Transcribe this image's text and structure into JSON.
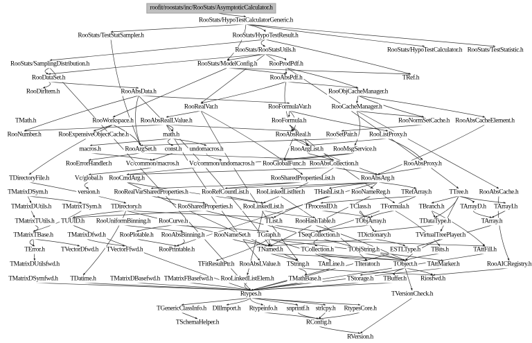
{
  "root": "roofit/roostats/inc/RooStats/AsymptoticCalculator.h",
  "nodes": [
    "roofit/roostats/inc/RooStats/AsymptoticCalculator.h",
    "RooStats/HypoTestCalculatorGeneric.h",
    "RooStats/TestStatSampler.h",
    "RooStats/HypoTestResult.h",
    "RooStats/RooStatsUtils.h",
    "RooStats/HypoTestCalculator.h",
    "RooStats/TestStatistic.h",
    "RooStats/SamplingDistribution.h",
    "RooStats/ModelConfig.h",
    "RooProdPdf.h",
    "RooDataSet.h",
    "RooAbsPdf.h",
    "TRef.h",
    "RooDirItem.h",
    "RooAbsData.h",
    "RooObjCacheManager.h",
    "RooRealVar.h",
    "RooFormulaVar.h",
    "RooCacheManager.h",
    "TMath.h",
    "RooWorkspace.h",
    "RooAbsRealLValue.h",
    "RooFormula.h",
    "RooNormSetCache.h",
    "RooAbsCacheElement.h",
    "RooNumber.h",
    "RooExpensiveObjectCache.h",
    "math.h",
    "RooAbsReal.h",
    "RooSetPair.h",
    "RooListProxy.h",
    "macros.h",
    "RooArgSet.h",
    "const.h",
    "undomacros.h",
    "RooArgList.h",
    "RooMsgService.h",
    "RooErrorHandler.h",
    "Vc/common/macros.h",
    "Vc/common/undomacros.h",
    "RooGlobalFunc.h",
    "RooAbsCollection.h",
    "RooAbsProxy.h",
    "TDirectoryFile.h",
    "Vc/global.h",
    "RooCmdArg.h",
    "RooSharedPropertiesList.h",
    "RooAbsArg.h",
    "TMatrixDSym.h",
    "version.h",
    "RooRealVarSharedProperties.h",
    "RooRefCountList.h",
    "RooLinkedListIter.h",
    "THashList.h",
    "RooNameReg.h",
    "TRefArray.h",
    "TTree.h",
    "RooAbsCache.h",
    "TMatrixDUtils.h",
    "TMatrixTSym.h",
    "TDirectory.h",
    "RooSharedProperties.h",
    "RooLinkedList.h",
    "TProcessID.h",
    "TClass.h",
    "TFormula.h",
    "TBranch.h",
    "TArrayD.h",
    "TArrayI.h",
    "TMatrixTUtils.h",
    "TUUID.h",
    "RooUniformBinning.h",
    "RooCurve.h",
    "TList.h",
    "RooHashTable.h",
    "TObjArray.h",
    "TDataType.h",
    "TArray.h",
    "TMatrixTBase.h",
    "TMatrixDfwd.h",
    "RooPlotable.h",
    "RooAbsBinning.h",
    "RooNameSet.h",
    "TGraph.h",
    "TSeqCollection.h",
    "TDictionary.h",
    "TVirtualTreePlayer.h",
    "TError.h",
    "TVectorDfwd.h",
    "TVectorFfwd.h",
    "RooPrintable.h",
    "TNamed.h",
    "TCollection.h",
    "TObjString.h",
    "ESTLType.h",
    "TBits.h",
    "TAttFill.h",
    "TMatrixDUtilsfwd.h",
    "TFitResultPtr.h",
    "RooAbsLValue.h",
    "TString.h",
    "TAttLine.h",
    "TIterator.h",
    "TObject.h",
    "TAttMarker.h",
    "RooAICRegistry.h",
    "TMatrixDSymfwd.h",
    "TDatime.h",
    "TMatrixDBasefwd.h",
    "TMatrixFBasefwd.h",
    "RooLinkedListElem.h",
    "TMathBase.h",
    "TStorage.h",
    "TBuffer.h",
    "Riosfwd.h",
    "Rtypes.h",
    "TVersionCheck.h",
    "TGenericClassInfo.h",
    "DllImport.h",
    "Rtypeinfo.h",
    "snprintf.h",
    "strlcpy.h",
    "RtypesCore.h",
    "TSchemaHelper.h",
    "RConfig.h",
    "RVersion.h"
  ],
  "edges": [
    [
      "roofit/roostats/inc/RooStats/AsymptoticCalculator.h",
      "RooStats/HypoTestCalculatorGeneric.h"
    ],
    [
      "RooStats/HypoTestCalculatorGeneric.h",
      "RooStats/TestStatSampler.h"
    ],
    [
      "RooStats/HypoTestCalculatorGeneric.h",
      "RooStats/HypoTestResult.h"
    ],
    [
      "RooStats/HypoTestCalculatorGeneric.h",
      "RooStats/HypoTestCalculator.h"
    ],
    [
      "RooStats/HypoTestCalculatorGeneric.h",
      "RooStats/TestStatistic.h"
    ],
    [
      "RooStats/HypoTestCalculatorGeneric.h",
      "RooStats/ModelConfig.h"
    ],
    [
      "RooStats/HypoTestResult.h",
      "RooStats/RooStatsUtils.h"
    ],
    [
      "RooStats/HypoTestResult.h",
      "RooStats/SamplingDistribution.h"
    ],
    [
      "RooStats/HypoTestResult.h",
      "TRef.h"
    ],
    [
      "RooStats/TestStatSampler.h",
      "RooArgSet.h"
    ],
    [
      "RooStats/RooStatsUtils.h",
      "RooStats/ModelConfig.h"
    ],
    [
      "RooStats/RooStatsUtils.h",
      "RooProdPdf.h"
    ],
    [
      "RooStats/RooStatsUtils.h",
      "RooDataSet.h"
    ],
    [
      "RooStats/RooStatsUtils.h",
      "RooRealVar.h"
    ],
    [
      "RooStats/RooStatsUtils.h",
      "TTree.h"
    ],
    [
      "RooStats/SamplingDistribution.h",
      "RooDataSet.h"
    ],
    [
      "RooStats/SamplingDistribution.h",
      "Rtypes.h"
    ],
    [
      "RooDataSet.h",
      "RooDirItem.h"
    ],
    [
      "RooDataSet.h",
      "RooAbsData.h"
    ],
    [
      "RooStats/ModelConfig.h",
      "RooWorkspace.h"
    ],
    [
      "RooStats/ModelConfig.h",
      "RooAbsPdf.h"
    ],
    [
      "RooStats/ModelConfig.h",
      "TRef.h"
    ],
    [
      "RooProdPdf.h",
      "RooAbsPdf.h"
    ],
    [
      "RooProdPdf.h",
      "RooObjCacheManager.h"
    ],
    [
      "RooAbsPdf.h",
      "RooAbsReal.h"
    ],
    [
      "RooAbsPdf.h",
      "RooObjCacheManager.h"
    ],
    [
      "RooAbsPdf.h",
      "RooRealVar.h"
    ],
    [
      "RooAbsData.h",
      "RooArgSet.h"
    ],
    [
      "RooAbsData.h",
      "RooFormulaVar.h"
    ],
    [
      "RooAbsData.h",
      "TNamed.h"
    ],
    [
      "RooAbsData.h",
      "RooNumber.h"
    ],
    [
      "RooObjCacheManager.h",
      "RooCacheManager.h"
    ],
    [
      "RooObjCacheManager.h",
      "RooAbsCacheElement.h"
    ],
    [
      "RooObjCacheManager.h",
      "RooNormSetCache.h"
    ],
    [
      "RooRealVar.h",
      "RooAbsRealLValue.h"
    ],
    [
      "RooRealVar.h",
      "RooSharedPropertiesList.h"
    ],
    [
      "RooRealVar.h",
      "TString.h"
    ],
    [
      "RooFormulaVar.h",
      "RooFormula.h"
    ],
    [
      "RooFormulaVar.h",
      "RooAbsReal.h"
    ],
    [
      "RooFormulaVar.h",
      "RooListProxy.h"
    ],
    [
      "RooCacheManager.h",
      "RooAbsCache.h"
    ],
    [
      "RooCacheManager.h",
      "RooMsgService.h"
    ],
    [
      "RooCacheManager.h",
      "RooNormSetCache.h"
    ],
    [
      "RooWorkspace.h",
      "RooExpensiveObjectCache.h"
    ],
    [
      "RooWorkspace.h",
      "RooArgSet.h"
    ],
    [
      "RooWorkspace.h",
      "TDirectoryFile.h"
    ],
    [
      "RooAbsRealLValue.h",
      "RooAbsReal.h"
    ],
    [
      "RooAbsRealLValue.h",
      "math.h"
    ],
    [
      "RooAbsRealLValue.h",
      "RooAbsLValue.h"
    ],
    [
      "RooAbsRealLValue.h",
      "RooNumber.h"
    ],
    [
      "RooFormula.h",
      "RooArgList.h"
    ],
    [
      "RooFormula.h",
      "TFormula.h"
    ],
    [
      "RooNormSetCache.h",
      "RooSetPair.h"
    ],
    [
      "RooAbsCacheElement.h",
      "RooAbsArg.h"
    ],
    [
      "RooAbsReal.h",
      "RooAbsArg.h"
    ],
    [
      "RooAbsReal.h",
      "RooGlobalFunc.h"
    ],
    [
      "RooAbsReal.h",
      "RooArgList.h"
    ],
    [
      "RooSetPair.h",
      "RooArgSet.h"
    ],
    [
      "RooListProxy.h",
      "RooArgList.h"
    ],
    [
      "RooListProxy.h",
      "RooAbsProxy.h"
    ],
    [
      "math.h",
      "const.h"
    ],
    [
      "math.h",
      "macros.h"
    ],
    [
      "math.h",
      "undomacros.h"
    ],
    [
      "RooArgSet.h",
      "RooAbsCollection.h"
    ],
    [
      "RooArgSet.h",
      "RooErrorHandler.h"
    ],
    [
      "macros.h",
      "Vc/common/macros.h"
    ],
    [
      "undomacros.h",
      "Vc/common/undomacros.h"
    ],
    [
      "const.h",
      "Vc/common/macros.h"
    ],
    [
      "Vc/common/macros.h",
      "Vc/global.h"
    ],
    [
      "Vc/global.h",
      "version.h"
    ],
    [
      "RooArgList.h",
      "RooAbsCollection.h"
    ],
    [
      "RooMsgService.h",
      "RooGlobalFunc.h"
    ],
    [
      "RooMsgService.h",
      "RooCmdArg.h"
    ],
    [
      "RooAbsCollection.h",
      "RooAbsArg.h"
    ],
    [
      "RooAbsCollection.h",
      "RooLinkedList.h"
    ],
    [
      "RooAbsCollection.h",
      "RooCmdArg.h"
    ],
    [
      "RooAbsProxy.h",
      "RooAbsArg.h"
    ],
    [
      "TDirectoryFile.h",
      "TDirectory.h"
    ],
    [
      "RooCmdArg.h",
      "RooLinkedList.h"
    ],
    [
      "RooCmdArg.h",
      "TString.h"
    ],
    [
      "RooSharedPropertiesList.h",
      "RooRealVarSharedProperties.h"
    ],
    [
      "RooSharedPropertiesList.h",
      "RooRefCountList.h"
    ],
    [
      "RooAbsArg.h",
      "RooNameReg.h"
    ],
    [
      "RooAbsArg.h",
      "TRefArray.h"
    ],
    [
      "RooAbsArg.h",
      "THashList.h"
    ],
    [
      "RooAbsArg.h",
      "RooLinkedListIter.h"
    ],
    [
      "RooAbsArg.h",
      "RooRefCountList.h"
    ],
    [
      "RooAbsArg.h",
      "RooPrintable.h"
    ],
    [
      "TMatrixDSym.h",
      "TMatrixDUtils.h"
    ],
    [
      "TMatrixDSym.h",
      "TMatrixTSym.h"
    ],
    [
      "RooRealVarSharedProperties.h",
      "RooSharedProperties.h"
    ],
    [
      "RooRefCountList.h",
      "RooLinkedList.h"
    ],
    [
      "RooLinkedListIter.h",
      "TIterator.h"
    ],
    [
      "THashList.h",
      "TList.h"
    ],
    [
      "RooNameReg.h",
      "TNamed.h"
    ],
    [
      "TRefArray.h",
      "TSeqCollection.h"
    ],
    [
      "TRefArray.h",
      "TProcessID.h"
    ],
    [
      "TTree.h",
      "TBranch.h"
    ],
    [
      "TTree.h",
      "TArrayD.h"
    ],
    [
      "TTree.h",
      "TArrayI.h"
    ],
    [
      "TTree.h",
      "TVirtualTreePlayer.h"
    ],
    [
      "TTree.h",
      "TDataType.h"
    ],
    [
      "RooAbsCache.h",
      "RooAICRegistry.h"
    ],
    [
      "TMatrixDUtils.h",
      "TMatrixTUtils.h"
    ],
    [
      "TMatrixTSym.h",
      "TMatrixTBase.h"
    ],
    [
      "TDirectory.h",
      "TUUID.h"
    ],
    [
      "TDirectory.h",
      "TNamed.h"
    ],
    [
      "TDirectory.h",
      "TDatime.h"
    ],
    [
      "TDirectory.h",
      "TList.h"
    ],
    [
      "RooSharedProperties.h",
      "TUUID.h"
    ],
    [
      "RooSharedProperties.h",
      "TObject.h"
    ],
    [
      "RooLinkedList.h",
      "RooHashTable.h"
    ],
    [
      "RooLinkedList.h",
      "RooLinkedListElem.h"
    ],
    [
      "TProcessID.h",
      "TObjArray.h"
    ],
    [
      "TClass.h",
      "TObjArray.h"
    ],
    [
      "TClass.h",
      "TDictionary.h"
    ],
    [
      "TFormula.h",
      "TBits.h"
    ],
    [
      "TFormula.h",
      "TObjArray.h"
    ],
    [
      "TBranch.h",
      "TDataType.h"
    ],
    [
      "TBranch.h",
      "TAttFill.h"
    ],
    [
      "TArrayD.h",
      "TArray.h"
    ],
    [
      "TArrayI.h",
      "TArray.h"
    ],
    [
      "TMatrixTUtils.h",
      "TMatrixTBase.h"
    ],
    [
      "TUUID.h",
      "Rtypes.h"
    ],
    [
      "RooUniformBinning.h",
      "RooAbsBinning.h"
    ],
    [
      "RooCurve.h",
      "TGraph.h"
    ],
    [
      "RooCurve.h",
      "RooPlotable.h"
    ],
    [
      "TList.h",
      "TSeqCollection.h"
    ],
    [
      "RooHashTable.h",
      "TObject.h"
    ],
    [
      "TObjArray.h",
      "TSeqCollection.h"
    ],
    [
      "TDataType.h",
      "TDictionary.h"
    ],
    [
      "TArray.h",
      "Rtypes.h"
    ],
    [
      "TMatrixTBase.h",
      "TError.h"
    ],
    [
      "TMatrixTBase.h",
      "TMatrixDUtilsfwd.h"
    ],
    [
      "TMatrixTBase.h",
      "TVectorDfwd.h"
    ],
    [
      "TMatrixDfwd.h",
      "TVectorFfwd.h"
    ],
    [
      "RooPlotable.h",
      "RooPrintable.h"
    ],
    [
      "RooAbsBinning.h",
      "RooPrintable.h"
    ],
    [
      "RooNameSet.h",
      "TNamed.h"
    ],
    [
      "TGraph.h",
      "TNamed.h"
    ],
    [
      "TGraph.h",
      "TAttLine.h"
    ],
    [
      "TGraph.h",
      "TAttFill.h"
    ],
    [
      "TGraph.h",
      "TAttMarker.h"
    ],
    [
      "TGraph.h",
      "TFitResultPtr.h"
    ],
    [
      "TSeqCollection.h",
      "TCollection.h"
    ],
    [
      "TDictionary.h",
      "TNamed.h"
    ],
    [
      "TDictionary.h",
      "ESTLType.h"
    ],
    [
      "TVirtualTreePlayer.h",
      "TObject.h"
    ],
    [
      "TNamed.h",
      "TString.h"
    ],
    [
      "TNamed.h",
      "TObject.h"
    ],
    [
      "TCollection.h",
      "TIterator.h"
    ],
    [
      "TCollection.h",
      "TObject.h"
    ],
    [
      "TObjString.h",
      "TObject.h"
    ],
    [
      "TBits.h",
      "TObject.h"
    ],
    [
      "TAttFill.h",
      "Rtypes.h"
    ],
    [
      "TString.h",
      "TMathBase.h"
    ],
    [
      "TString.h",
      "Riosfwd.h"
    ],
    [
      "TAttLine.h",
      "Rtypes.h"
    ],
    [
      "TObject.h",
      "TStorage.h"
    ],
    [
      "TObject.h",
      "TBuffer.h"
    ],
    [
      "TObject.h",
      "TVersionCheck.h"
    ],
    [
      "TObject.h",
      "Riosfwd.h"
    ],
    [
      "TAttMarker.h",
      "Rtypes.h"
    ],
    [
      "RooAICRegistry.h",
      "Riosfwd.h"
    ],
    [
      "TMatrixDSymfwd.h",
      "Rtypes.h"
    ],
    [
      "TDatime.h",
      "Rtypes.h"
    ],
    [
      "TMatrixDBasefwd.h",
      "Rtypes.h"
    ],
    [
      "TMatrixFBasefwd.h",
      "Rtypes.h"
    ],
    [
      "RooLinkedListElem.h",
      "Rtypes.h"
    ],
    [
      "TMathBase.h",
      "Rtypes.h"
    ],
    [
      "TStorage.h",
      "Rtypes.h"
    ],
    [
      "TBuffer.h",
      "Rtypes.h"
    ],
    [
      "Rtypes.h",
      "TGenericClassInfo.h"
    ],
    [
      "Rtypes.h",
      "DllImport.h"
    ],
    [
      "Rtypes.h",
      "Rtypeinfo.h"
    ],
    [
      "Rtypes.h",
      "snprintf.h"
    ],
    [
      "Rtypes.h",
      "strlcpy.h"
    ],
    [
      "Rtypes.h",
      "RtypesCore.h"
    ],
    [
      "TGenericClassInfo.h",
      "TSchemaHelper.h"
    ],
    [
      "Rtypeinfo.h",
      "RConfig.h"
    ],
    [
      "snprintf.h",
      "RConfig.h"
    ],
    [
      "strlcpy.h",
      "RConfig.h"
    ],
    [
      "RtypesCore.h",
      "RConfig.h"
    ],
    [
      "RConfig.h",
      "RVersion.h"
    ],
    [
      "TVersionCheck.h",
      "RVersion.h"
    ]
  ],
  "colors": {
    "root_fill": "#bfbfbf",
    "edge": "#333333",
    "text": "#000000"
  }
}
